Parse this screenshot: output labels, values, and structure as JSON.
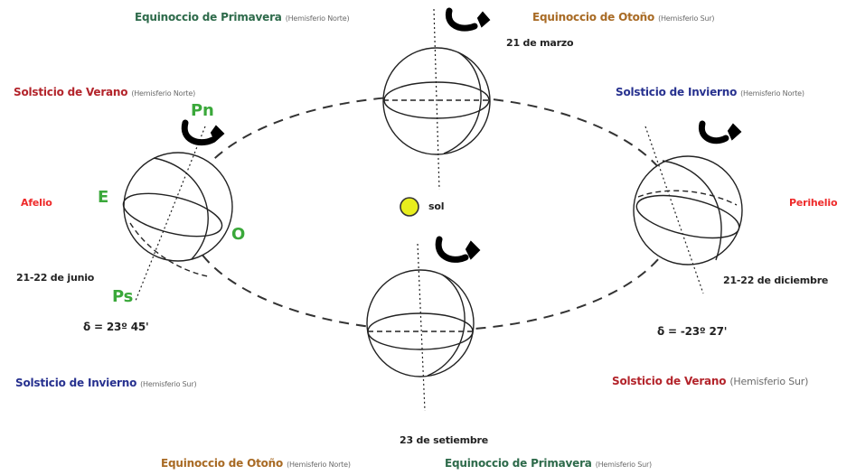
{
  "labels": {
    "eq_primavera_norte": {
      "title": "Equinoccio de Primavera",
      "sub": "(Hemisferio Norte)"
    },
    "eq_otono_sur": {
      "title": "Equinoccio de Otoño",
      "sub": "(Hemisferio Sur)"
    },
    "date_marzo": "21 de marzo",
    "sol_verano_norte": {
      "title": "Solsticio de Verano",
      "sub": "(Hemisferio Norte)"
    },
    "sol_invierno_norte": {
      "title": "Solsticio de Invierno",
      "sub": "(Hemisferio Norte)"
    },
    "pn": "Pn",
    "e": "E",
    "o": "O",
    "ps": "Ps",
    "afelio": "Afelio",
    "perihelio": "Perihelio",
    "sun": "sol",
    "date_junio": "21-22 de junio",
    "date_diciembre": "21-22 de diciembre",
    "delta_junio": "δ = 23º 45'",
    "delta_diciembre": "δ = -23º 27'",
    "sol_invierno_sur": {
      "title": "Solsticio de Invierno",
      "sub": "(Hemisferio Sur)"
    },
    "sol_verano_sur": {
      "title": "Solsticio de Verano",
      "sub": "(Hemisferio Sur)"
    },
    "date_setiembre": "23 de setiembre",
    "eq_otono_norte": {
      "title": "Equinoccio de Otoño",
      "sub": "(Hemisferio Norte)"
    },
    "eq_primavera_sur": {
      "title": "Equinoccio de Primavera",
      "sub": "(Hemisferio Sur)"
    }
  },
  "colors": {
    "equinox_primavera": "#2d6a4a",
    "equinox_otono": "#a86a24",
    "solstice_verano": "#b3242b",
    "solstice_invierno": "#27318f",
    "poles": "#3aa83a",
    "aphelion_perihelion": "#ee2a2a",
    "sun": "#e8ee1e",
    "orbit": "#333333"
  }
}
